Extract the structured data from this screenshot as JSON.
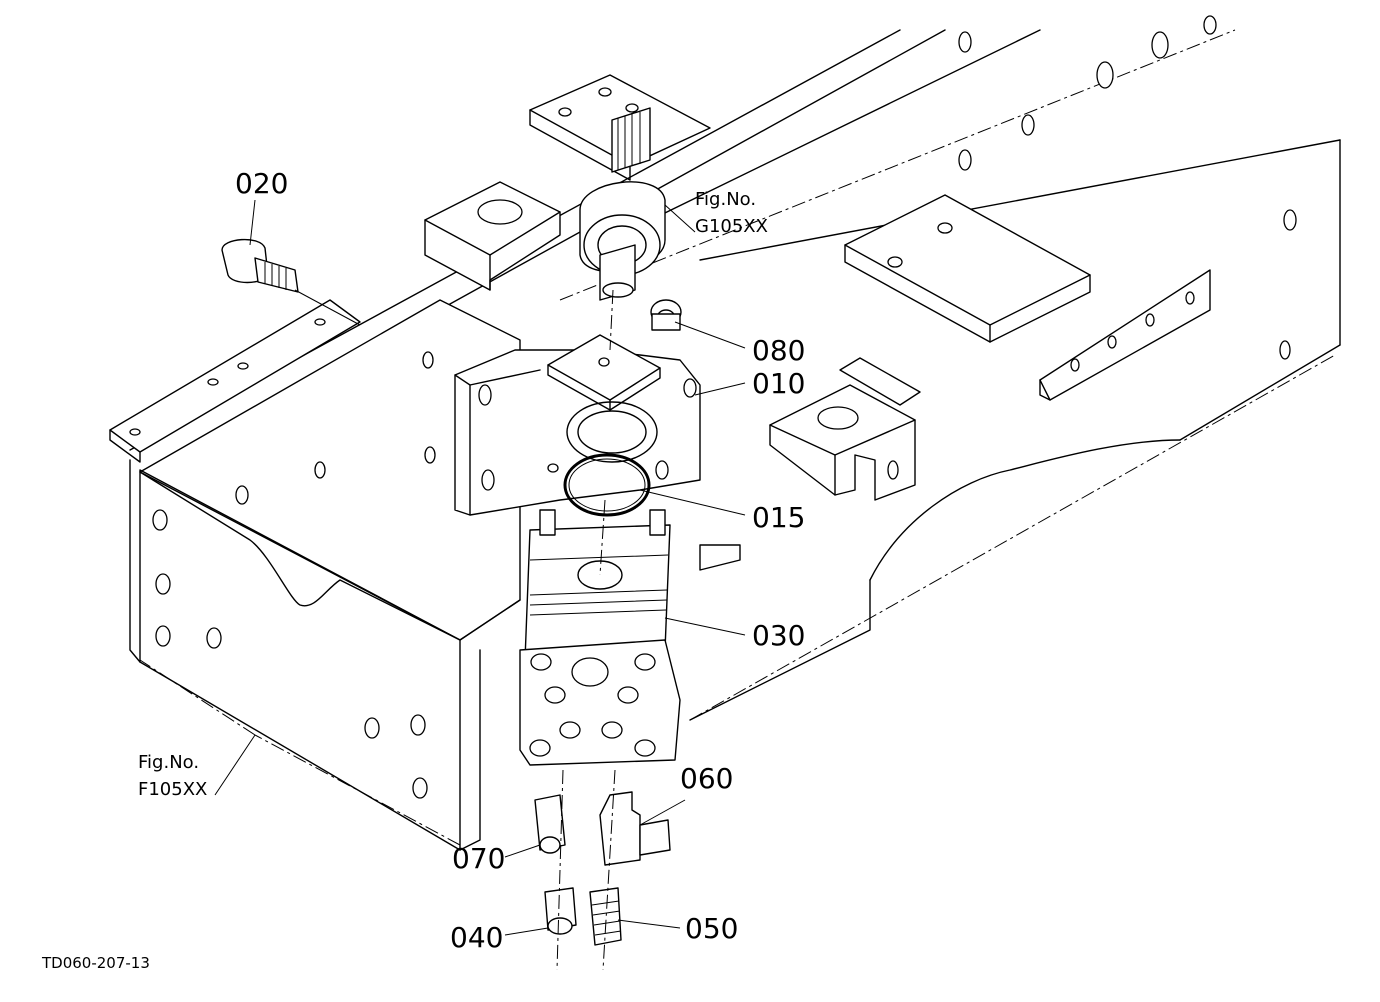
{
  "figure_refs": {
    "top": {
      "line1": "Fig.No.",
      "line2": "G105XX"
    },
    "left": {
      "line1": "Fig.No.",
      "line2": "F105XX"
    }
  },
  "parts": {
    "p010": "010",
    "p015": "015",
    "p020": "020",
    "p030": "030",
    "p040": "040",
    "p050": "050",
    "p060": "060",
    "p070": "070",
    "p080": "080"
  },
  "drawing_code": "TD060-207-13"
}
